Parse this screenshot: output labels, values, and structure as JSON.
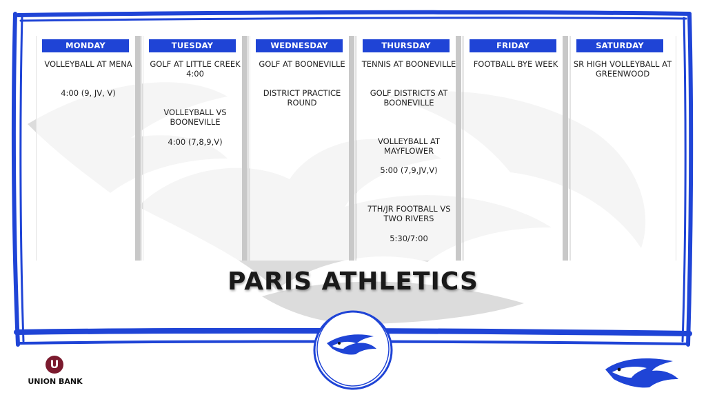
{
  "theme": {
    "blue": "#1f44d6",
    "gray": "#c8c8c8",
    "text": "#222222"
  },
  "schedule": {
    "days": [
      {
        "name": "MONDAY",
        "events": [
          "VOLLEYBALL AT MENA",
          "4:00 (9, JV, V)"
        ]
      },
      {
        "name": "TUESDAY",
        "events": [
          "GOLF AT LITTLE CREEK 4:00",
          "VOLLEYBALL VS BOONEVILLE",
          "4:00 (7,8,9,V)"
        ]
      },
      {
        "name": "WEDNESDAY",
        "events": [
          "GOLF AT BOONEVILLE",
          "DISTRICT PRACTICE ROUND"
        ]
      },
      {
        "name": "THURSDAY",
        "events": [
          "TENNIS AT BOONEVILLE",
          "GOLF DISTRICTS AT BOONEVILLE",
          "VOLLEYBALL AT MAYFLOWER",
          "5:00 (7,9,JV,V)",
          "7TH/JR FOOTBALL VS TWO RIVERS",
          "5:30/7:00"
        ]
      },
      {
        "name": "FRIDAY",
        "events": [
          "FOOTBALL BYE WEEK"
        ]
      },
      {
        "name": "SATURDAY",
        "events": [
          "SR HIGH VOLLEYBALL AT GREENWOOD"
        ]
      }
    ]
  },
  "title": "PARIS ATHLETICS",
  "sponsor": {
    "logo_letter": "U",
    "name": "UNION BANK"
  },
  "icons": {
    "center": "eagle-head-icon",
    "corner": "eagle-head-icon",
    "watermark": "eagle-icon"
  }
}
